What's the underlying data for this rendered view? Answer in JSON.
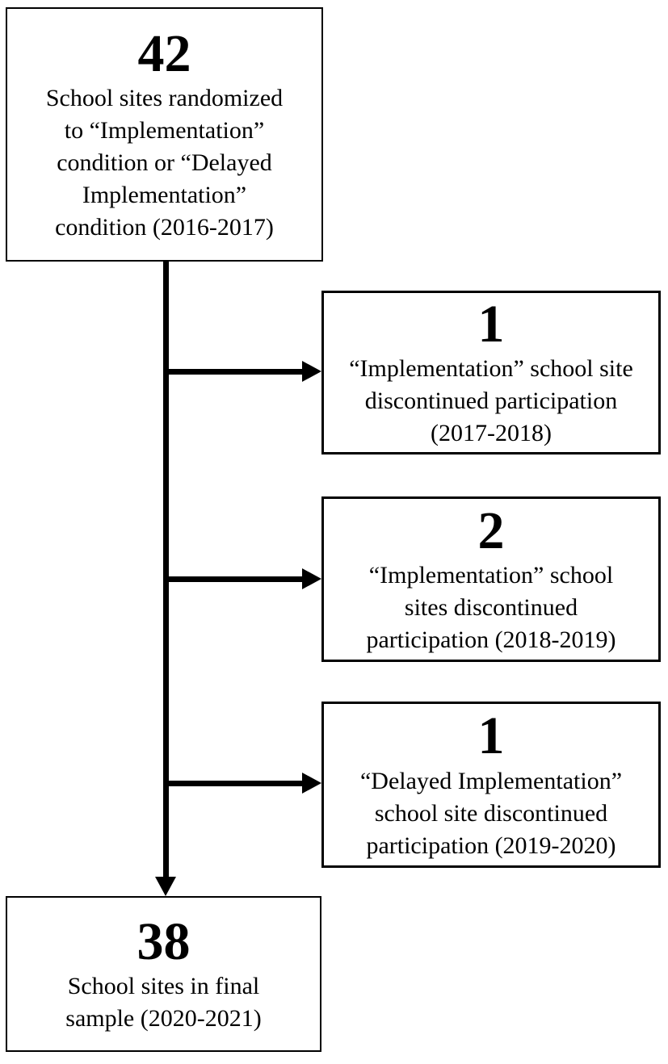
{
  "flowchart": {
    "title": "School site enrollment flow diagram",
    "colors": {
      "border": "#000000",
      "background": "#ffffff",
      "text": "#000000",
      "arrow": "#000000"
    },
    "top_box": {
      "count": "42",
      "label": "School sites randomized\nto “Implementation”\ncondition or “Delayed\nImplementation”\ncondition (2016-2017)"
    },
    "side_boxes": [
      {
        "count": "1",
        "label": "“Implementation” school site\ndiscontinued participation\n(2017-2018)"
      },
      {
        "count": "2",
        "label": "“Implementation” school\nsites discontinued\nparticipation (2018-2019)"
      },
      {
        "count": "1",
        "label": "“Delayed Implementation”\nschool site discontinued\nparticipation (2019-2020)"
      }
    ],
    "bottom_box": {
      "count": "38",
      "label": "School sites in final\nsample (2020-2021)"
    }
  }
}
